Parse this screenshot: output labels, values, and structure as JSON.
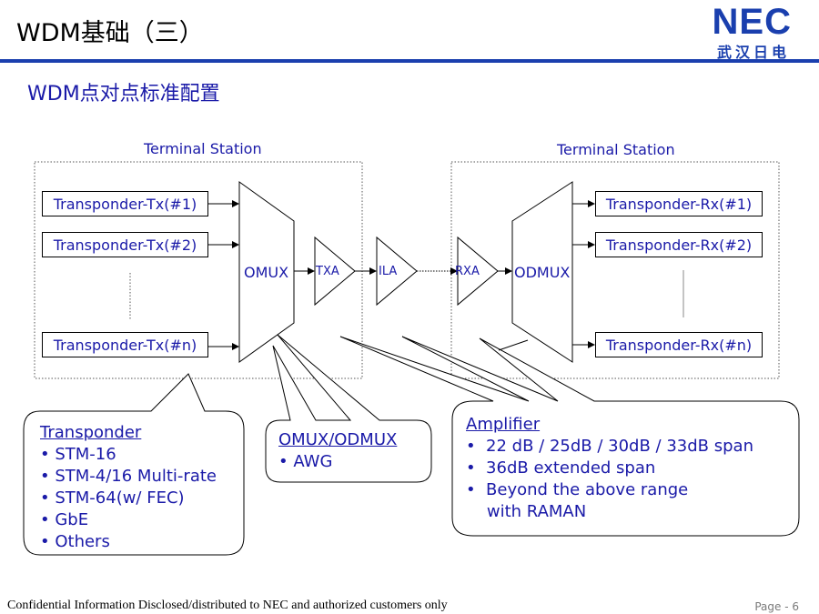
{
  "header": {
    "title": "WDM基础（三）",
    "subtitle": "WDM点对点标准配置",
    "logo": "NEC",
    "logo_sub": "武汉日电"
  },
  "diagram": {
    "stations": [
      "Terminal Station",
      "Terminal Station"
    ],
    "tx_transponders": [
      "Transponder-Tx(#1)",
      "Transponder-Tx(#2)",
      "Transponder-Tx(#n)"
    ],
    "rx_transponders": [
      "Transponder-Rx(#1)",
      "Transponder-Rx(#2)",
      "Transponder-Rx(#n)"
    ],
    "omux": "OMUX",
    "odmux": "ODMUX",
    "txa": "TXA",
    "ila": "ILA",
    "rxa": "RXA"
  },
  "callouts": {
    "transponder": {
      "heading": "Transponder",
      "items": [
        "•  STM-16",
        "•  STM-4/16 Multi-rate",
        "•  STM-64(w/ FEC)",
        "•  GbE",
        "•  Others"
      ]
    },
    "mux": {
      "heading": "OMUX/ODMUX",
      "items": [
        "•  AWG"
      ]
    },
    "amplifier": {
      "heading": "Amplifier",
      "items": [
        "•  22 dB / 25dB / 30dB / 33dB span",
        "•  36dB extended span",
        "•  Beyond the above range",
        "    with RAMAN"
      ]
    }
  },
  "footer": {
    "confidential": "Confidential Information  Disclosed/distributed to NEC and authorized customers only",
    "page": "Page - 6"
  },
  "colors": {
    "text_blue": "#1a1aa8",
    "rule_blue": "#1a3fae",
    "logo_blue": "#1a3fae"
  }
}
